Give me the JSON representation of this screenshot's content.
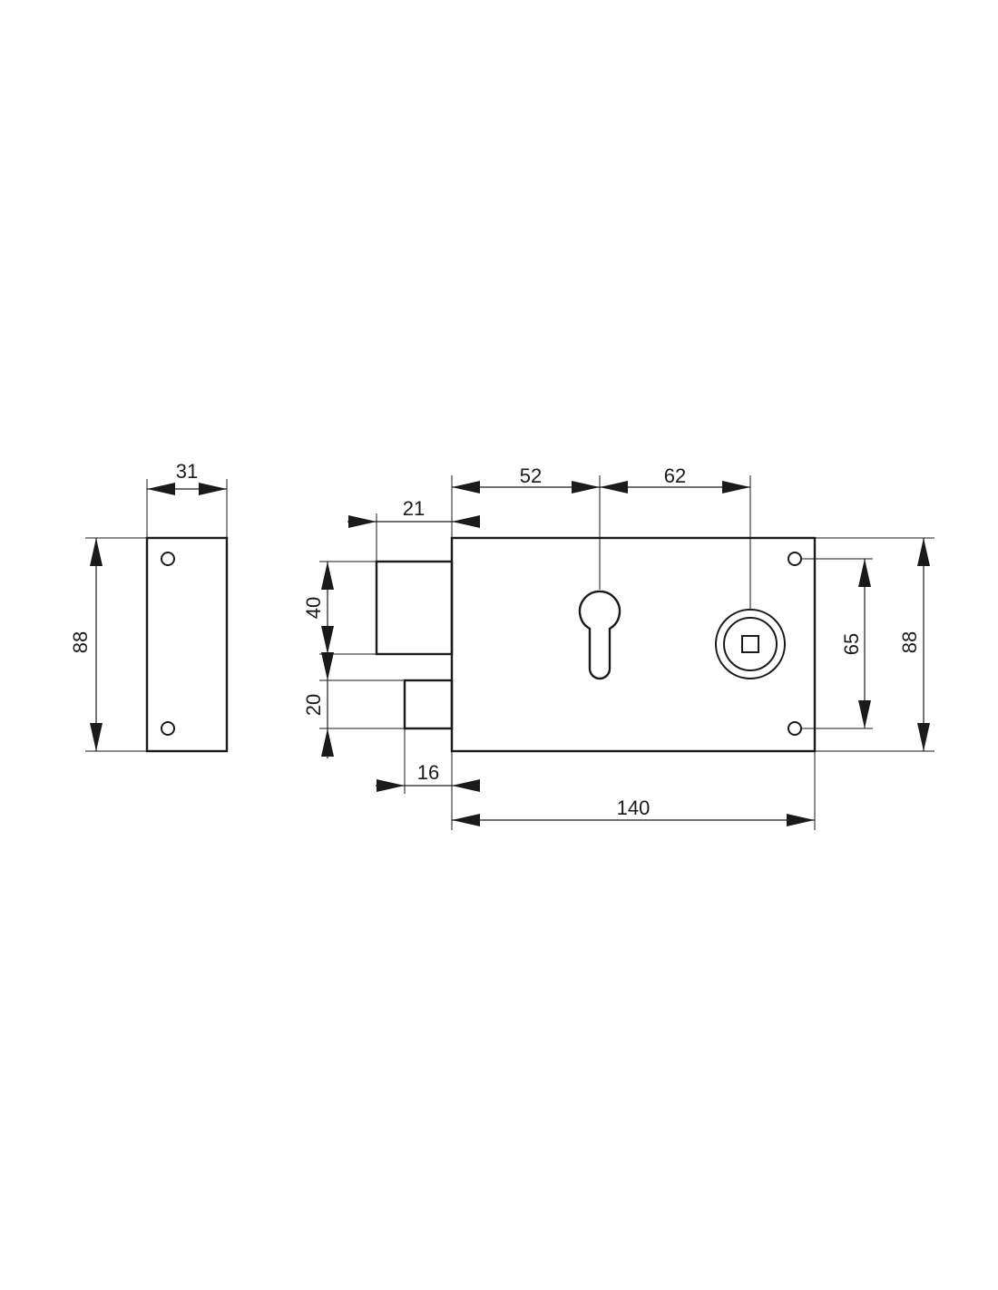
{
  "dimensions": {
    "side_width": "31",
    "side_height": "88",
    "bolt_projection": "21",
    "bolt_height": "40",
    "latch_height": "20",
    "latch_projection": "16",
    "cylinder_offset": "52",
    "spindle_offset": "62",
    "case_length": "140",
    "fixing_hole_spacing": "65",
    "case_height": "88"
  },
  "colors": {
    "line": "#1a1a1a",
    "background": "#ffffff"
  },
  "icons": {
    "spindle": "square-follower",
    "keyhole": "euro-cylinder-profile"
  }
}
